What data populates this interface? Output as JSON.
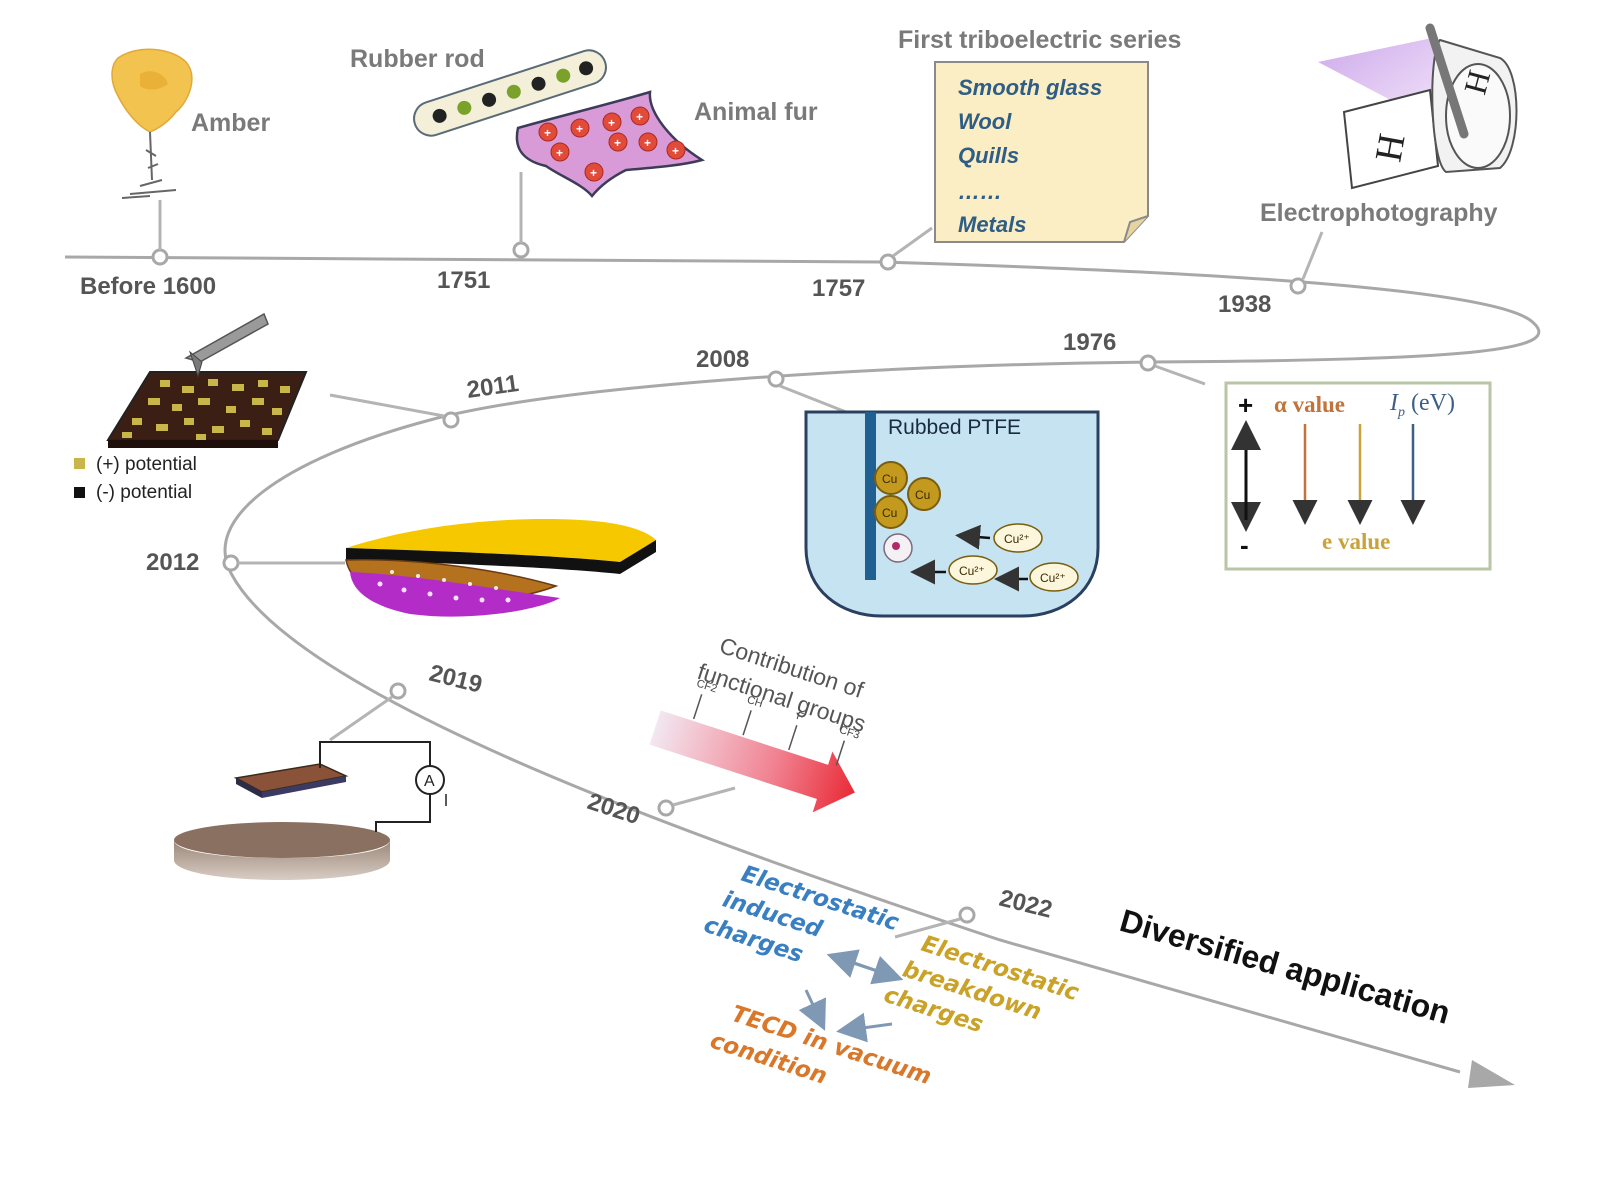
{
  "timeline": {
    "years": {
      "before1600": "Before 1600",
      "y1751": "1751",
      "y1757": "1757",
      "y1938": "1938",
      "y1976": "1976",
      "y2008": "2008",
      "y2011": "2011",
      "y2012": "2012",
      "y2019": "2019",
      "y2020": "2020",
      "y2022": "2022"
    },
    "arrow_label": "Diversified application"
  },
  "labels": {
    "amber": "Amber",
    "rubber_rod": "Rubber rod",
    "animal_fur": "Animal fur",
    "series_title": "First triboelectric series",
    "electrophotography": "Electrophotography",
    "plus_potential": "(+)  potential",
    "minus_potential": "(-)  potential",
    "rubbed_ptfe": "Rubbed PTFE",
    "contribution_line1": "Contribution of",
    "contribution_line2": "functional groups",
    "alpha_value": "α value",
    "ip_value": "I",
    "ip_sub": "p",
    "ip_unit": " (eV)",
    "e_value": "e value",
    "plus_sign": "+",
    "minus_sign": "-",
    "drum_letter": "H"
  },
  "triboelectric_series": [
    "Smooth glass",
    "Wool",
    "Quills",
    "……",
    "Metals"
  ],
  "functional_groups": [
    "CF2",
    "CH",
    "F",
    "CF3"
  ],
  "ions": {
    "cu_a": "Cu",
    "cu_b": "Cu",
    "cu_c": "Cu",
    "cu2_a": "Cu²⁺",
    "cu2_b": "Cu²⁺",
    "cu2_c": "Cu²⁺",
    "ammeter": "A"
  },
  "charge_cycle": {
    "induced": [
      "Electrostatic",
      "induced",
      "charges"
    ],
    "breakdown": [
      "Electrostatic",
      "breakdown",
      "charges"
    ],
    "vacuum": [
      "TECD in vacuum",
      "condition"
    ]
  },
  "colors": {
    "timeline": "#a8a8a8",
    "induced": "#3a7fc1",
    "breakdown": "#c9a227",
    "vacuum": "#d9772a",
    "alpha": "#c0733a",
    "ip": "#3d5f86",
    "evalue": "#c9a23a"
  }
}
